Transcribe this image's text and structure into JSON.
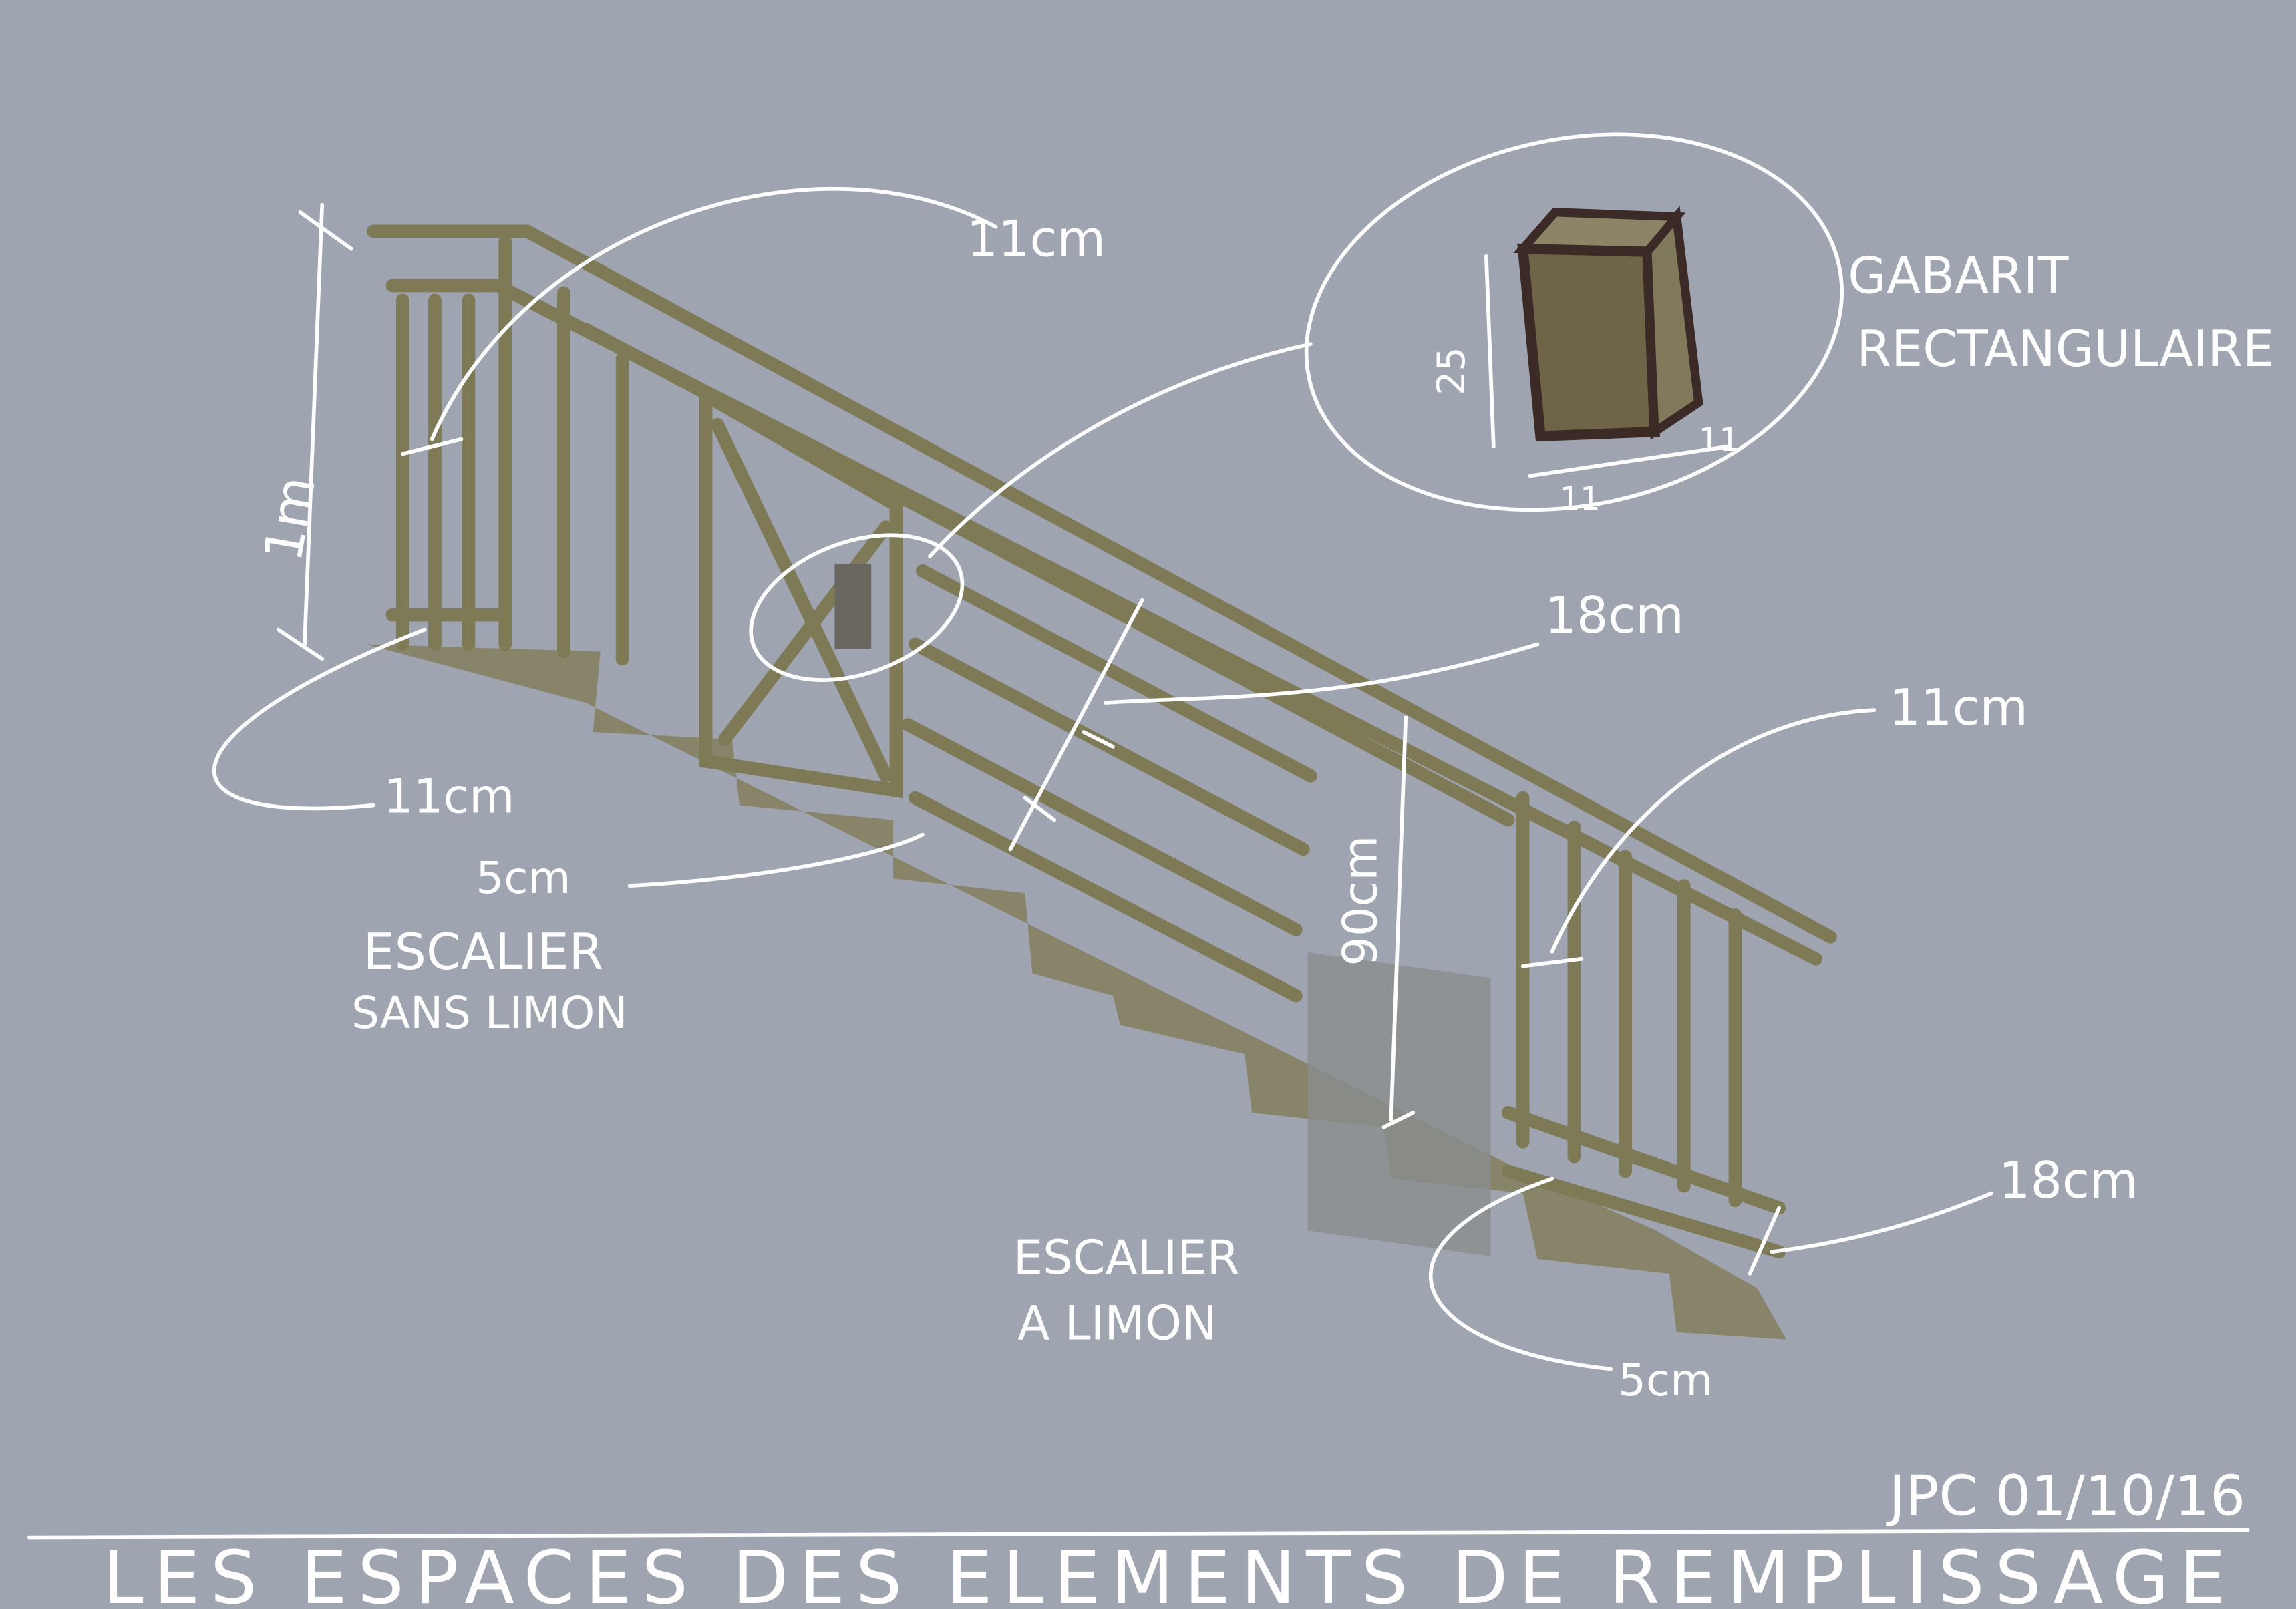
{
  "title": "LES ESPACES DES ELEMENTS DE REMPLISSAGE",
  "signature": "JPC 01/10/16",
  "template": {
    "label_line1": "GABARIT",
    "label_line2": "RECTANGULAIRE",
    "height": "25",
    "width": "11",
    "depth": "11"
  },
  "stair_left": {
    "label_line1": "ESCALIER",
    "label_line2": "SANS LIMON",
    "height_dim": "1m",
    "baluster_gap": "11cm",
    "bottom_gap": "11cm",
    "stringer_gap": "5cm",
    "rail_gap": "18cm"
  },
  "stair_right": {
    "label_line1": "ESCALIER",
    "label_line2": "A LIMON",
    "panel_dim": "90cm",
    "baluster_gap": "11cm",
    "bottom_rail_gap": "18cm",
    "stringer_gap": "5cm"
  },
  "colors": {
    "paper": "#9ea5b0",
    "wood": "#7d7a55",
    "chalk": "#ffffff",
    "box": "#3b2a26"
  }
}
